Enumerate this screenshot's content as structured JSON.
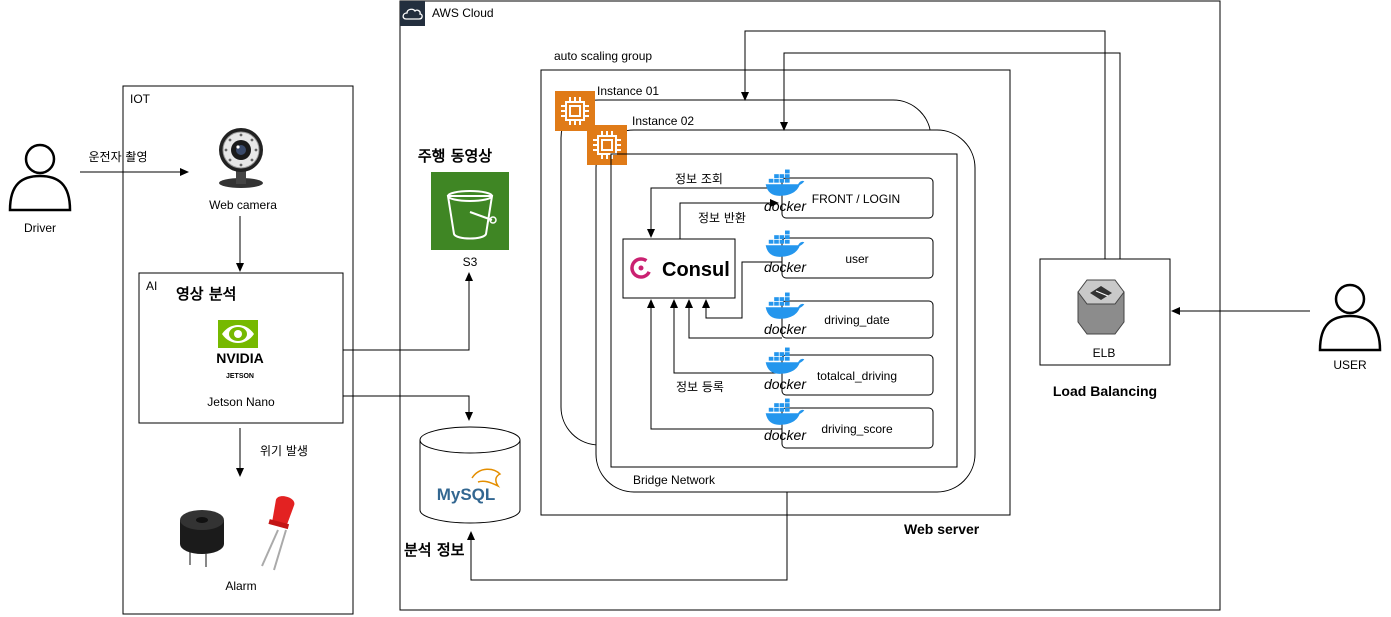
{
  "driver": {
    "label": "Driver"
  },
  "user": {
    "label": "USER"
  },
  "iot": {
    "title": "IOT",
    "capture_label": "운전자 촬영",
    "webcam_label": "Web camera",
    "ai": {
      "title": "AI",
      "heading": "영상 분석",
      "vendor_text": "NVIDIA",
      "vendor_sub": "JETSON",
      "device_label": "Jetson Nano"
    },
    "danger_label": "위기 발생",
    "alarm_label": "Alarm"
  },
  "aws": {
    "title": "AWS Cloud",
    "s3_heading": "주행 동영상",
    "s3_label": "S3",
    "mysql_label": "MySQL",
    "analysis_label": "분석 정보",
    "asg_label": "auto scaling group",
    "instance1_label": "Instance 01",
    "instance2_label": "Instance 02",
    "consul_label": "Consul",
    "bridge_label": "Bridge Network",
    "webserver_label": "Web server",
    "edge_labels": {
      "lookup": "정보 조회",
      "return": "정보 반환",
      "register": "정보 등록"
    },
    "docker_word": "docker",
    "services": [
      "FRONT / LOGIN",
      "user",
      "driving_date",
      "totalcal_driving",
      "driving_score"
    ],
    "elb_label": "ELB",
    "lb_label": "Load Balancing"
  },
  "colors": {
    "s3_green": "#3F8624",
    "ec2_orange": "#E07B18",
    "docker_blue": "#2496ED",
    "nvidia_green": "#76B900",
    "consul_red": "#CA2171"
  }
}
